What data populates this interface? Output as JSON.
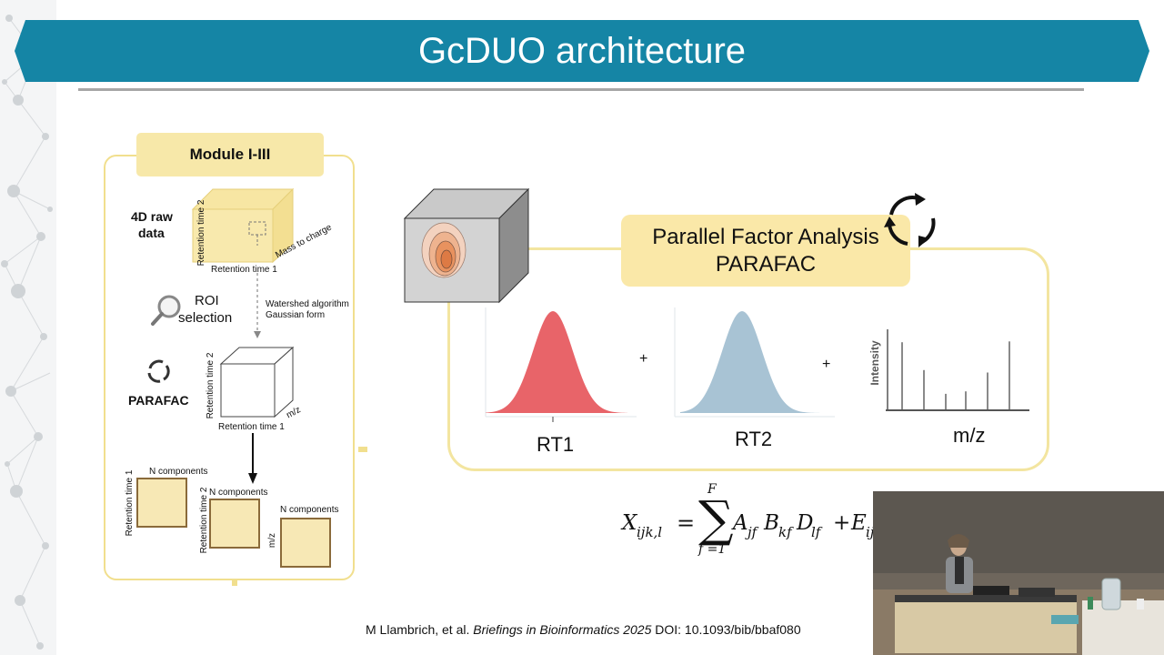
{
  "slide": {
    "title": "GcDUO architecture",
    "colors": {
      "banner": "#1585a5",
      "highlight": "#f7e8a9",
      "panel_border": "#f1df8e",
      "rt1": "#e86469",
      "rt2": "#a8c3d4"
    }
  },
  "module": {
    "header": "Module I-III",
    "raw_label_1": "4D raw",
    "raw_label_2": "data",
    "cube_axis_rt2": "Retention time 2",
    "cube_axis_rt1": "Retention time 1",
    "cube_axis_mz": "Mass to charge",
    "roi_label_1": "ROI",
    "roi_label_2": "selection",
    "watershed": "Watershed algorithm",
    "gaussian": "Gaussian form",
    "parafac_label": "PARAFAC",
    "cube2_axis_rt2": "Retention time 2",
    "cube2_axis_rt1": "Retention time 1",
    "cube2_axis_mz": "m/z",
    "comp1_axis": "Retention time 1",
    "comp1_label": "N components",
    "comp2_axis": "Retention time 2",
    "comp2_label": "N components",
    "comp3_axis": "m/z",
    "comp3_label": "N components"
  },
  "parafac": {
    "header_line1": "Parallel Factor Analysis",
    "header_line2": "PARAFAC",
    "plus": "+",
    "rt1_label": "RT1",
    "rt2_label": "RT2",
    "mz_label": "m/z",
    "intensity_label": "Intensity",
    "mz_bars": [
      0.82,
      0.48,
      0.19,
      0.22,
      0.45,
      0.83
    ]
  },
  "formula": {
    "lhs": "X",
    "lhs_sub": "ijk,l",
    "eq": "=",
    "sum_top": "F",
    "sum_bottom": "f =1",
    "a": "A",
    "a_sub": "jf",
    "b": "B",
    "b_sub": "kf",
    "d": "D",
    "d_sub": "lf",
    "plus": "+",
    "e": "E",
    "e_sub": "ij"
  },
  "citation": {
    "authors": "M Llambrich, et al. ",
    "journal": "Briefings in Bioinformatics 2025",
    "doi": " DOI: 10.1093/bib/bbaf080"
  }
}
